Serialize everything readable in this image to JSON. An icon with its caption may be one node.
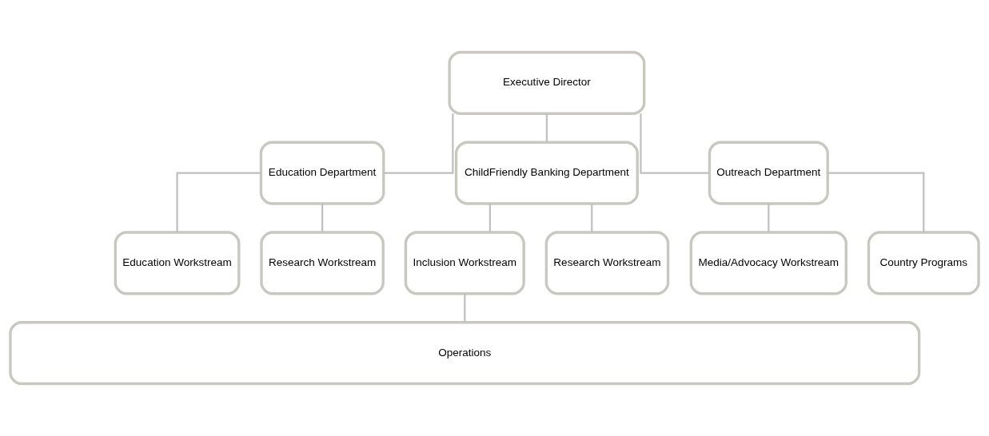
{
  "diagram": {
    "nodes": [
      {
        "text": [
          "Executive Director"
        ]
      },
      {
        "text": [
          "Education Department"
        ]
      },
      {
        "text": [
          "ChildFriendly Banking Department"
        ]
      },
      {
        "text": [
          "Outreach Department"
        ]
      },
      {
        "text": [
          "Education Workstream"
        ]
      },
      {
        "text": [
          "Research Workstream"
        ]
      },
      {
        "text": [
          "Inclusion Workstream"
        ]
      },
      {
        "text": [
          "Research Workstream"
        ]
      },
      {
        "text": [
          "Media/Advocacy Workstream"
        ]
      },
      {
        "text": [
          "Country Programs"
        ]
      },
      {
        "text": [
          "Operations"
        ]
      }
    ],
    "edges": [
      {
        "from": 0,
        "to": 1,
        "arrow": "none"
      },
      {
        "from": 0,
        "to": 2,
        "arrow": "none"
      },
      {
        "from": 0,
        "to": 3,
        "arrow": "none"
      },
      {
        "from": 1,
        "to": 4,
        "arrow": "none"
      },
      {
        "from": 1,
        "to": 5,
        "arrow": "none"
      },
      {
        "from": 2,
        "to": 6,
        "arrow": "none"
      },
      {
        "from": 2,
        "to": 7,
        "arrow": "none"
      },
      {
        "from": 3,
        "to": 8,
        "arrow": "none"
      },
      {
        "from": 3,
        "to": 9,
        "arrow": "none"
      },
      {
        "from": 6,
        "to": 10,
        "arrow": "none"
      }
    ]
  }
}
